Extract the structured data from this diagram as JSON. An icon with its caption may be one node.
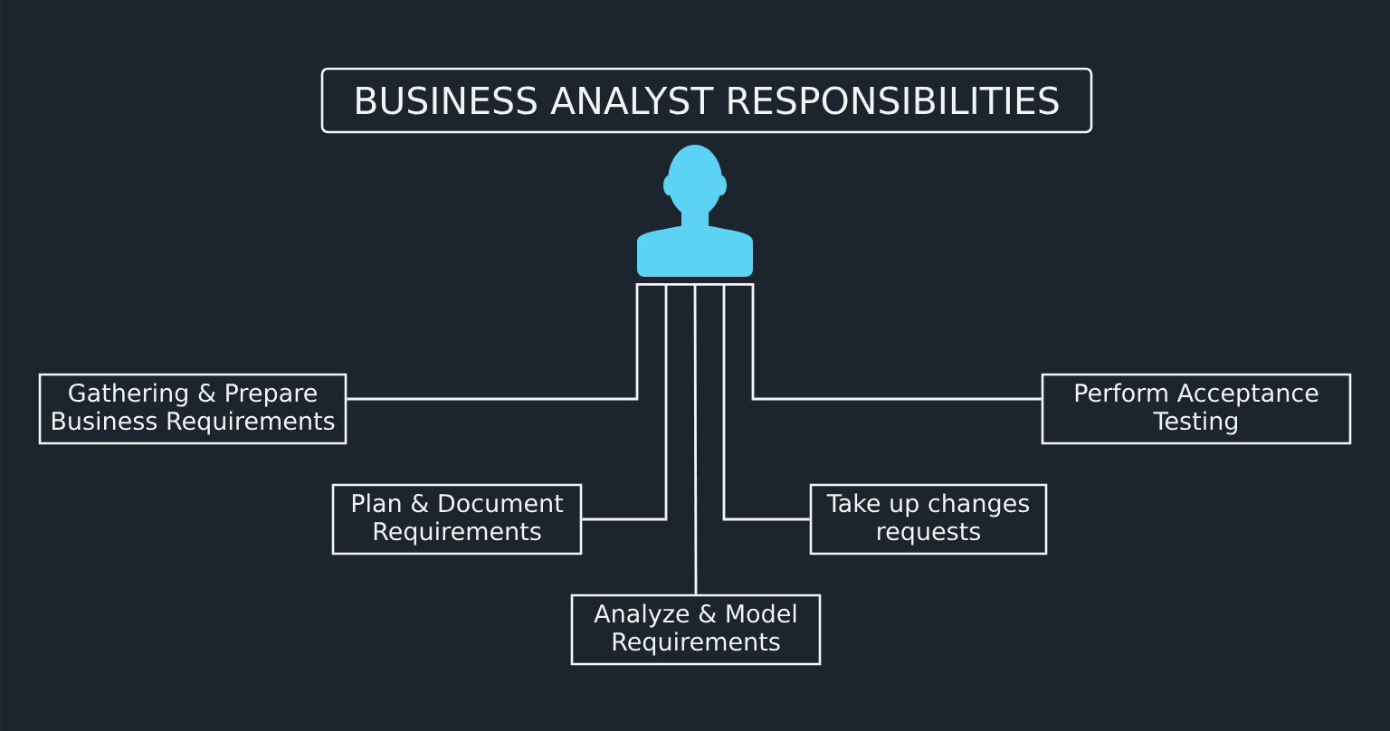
{
  "diagram": {
    "title": "BUSINESS ANALYST RESPONSIBILITIES",
    "nodes": [
      {
        "text": [],
        "shape": "person"
      },
      {
        "text": [
          "Gathering & Prepare Business Requirements"
        ]
      },
      {
        "text": [
          "Perform Acceptance Testing"
        ]
      },
      {
        "text": [
          "Plan & Document Requirements"
        ]
      },
      {
        "text": [
          "Take up changes requests"
        ]
      },
      {
        "text": [
          "Analyze & Model Requirements"
        ]
      }
    ],
    "edges": [
      {
        "from": 0,
        "to": 1,
        "arrow": "none"
      },
      {
        "from": 0,
        "to": 2,
        "arrow": "none"
      },
      {
        "from": 0,
        "to": 3,
        "arrow": "none"
      },
      {
        "from": 0,
        "to": 4,
        "arrow": "none"
      },
      {
        "from": 0,
        "to": 5,
        "arrow": "none"
      }
    ]
  }
}
